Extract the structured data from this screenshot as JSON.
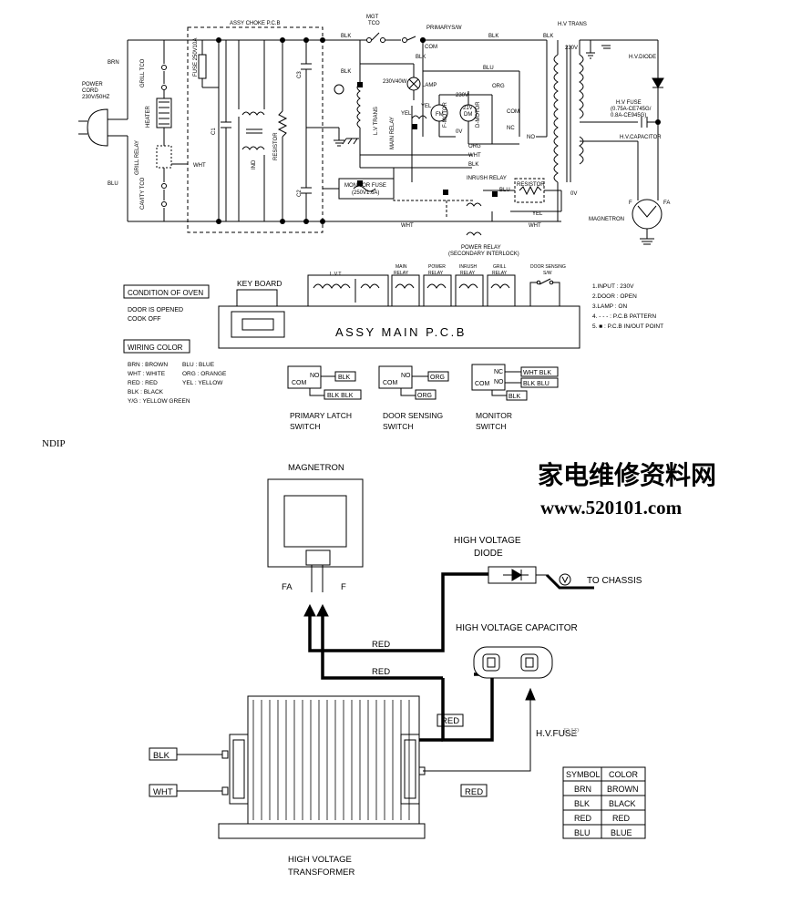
{
  "top": {
    "power_cord": [
      "POWER",
      "CORD",
      "230V/50HZ"
    ],
    "brn": "BRN",
    "blu": "BLU",
    "wht": "WHT",
    "blk": "BLK",
    "yel": "YEL",
    "org": "ORG",
    "assy_choke": "ASSY CHOKE P.C.B",
    "mgt_tco": [
      "MGT",
      "TCO"
    ],
    "primary_sw": "PRIMARYS/W",
    "com": "COM",
    "no": "NO",
    "nc": "NC",
    "hv_trans": "H.V TRANS",
    "v230": "230V",
    "v21": "21V",
    "v0": "0V",
    "grill_tco": "GRILL TCO",
    "grill_relay": "GRILL RELAY",
    "cavity_tco": "CAVITY TCO",
    "heater": "HEATER",
    "fuse": "FUSE 250V10A",
    "c1": "C1",
    "c2": "C2",
    "c3": "C3",
    "ind": "IND",
    "resistor": "RESISTOR",
    "lamp": "LAMP",
    "lamp_rating": "230V40W",
    "lv_trans": "L.V TRANS",
    "main_relay": "MAIN RELAY",
    "f_motor": "F-MOTOR",
    "fm": "FM",
    "d_motor": "D-MOTOR",
    "dm": "DM",
    "monitor_fuse": [
      "MONITOR FUSE",
      "(250V1.6A)"
    ],
    "inrush_relay": "INRUSH RELAY",
    "power_relay": [
      "POWER RELAY",
      "(SECONDARY INTERLOCK)"
    ],
    "hv_diode": "H.V.DIODE",
    "hv_fuse": [
      "H.V FUSE",
      "(0.75A-CE745G/",
      "0.8A-CE945G)"
    ],
    "hv_capacitor": "H.V.CAPACITOR",
    "magnetron": "MAGNETRON",
    "f": "F",
    "fa": "FA"
  },
  "pcb": {
    "labels": [
      "L.V.T",
      "MAIN RELAY",
      "POWER RELAY",
      "INRUSH RELAY",
      "GRILL RELAY",
      "DOOR SENSING S/W"
    ],
    "key_board": "KEY BOARD",
    "title": "ASSY MAIN P.C.B",
    "condition_title": "CONDITION OF OVEN",
    "condition_lines": [
      "DOOR IS OPENED",
      "COOK OFF"
    ],
    "wiring_title": "WIRING COLOR",
    "wiring_left": [
      "BRN : BROWN",
      "WHT : WHITE",
      "RED : RED",
      "BLK : BLACK",
      "Y/G : YELLOW GREEN"
    ],
    "wiring_right": [
      "BLU : BLUE",
      "ORG : ORANGE",
      "YEL : YELLOW"
    ],
    "notes": [
      "1.INPUT : 230V",
      "2.DOOR : OPEN",
      "3.LAMP : ON",
      "4. - - - : P.C.B PATTERN",
      "5.  ■  : P.C.B IN/OUT POINT"
    ]
  },
  "switches": [
    {
      "name": "PRIMARY  LATCH",
      "sub": "SWITCH"
    },
    {
      "name": "DOOR SENSING",
      "sub": "SWITCH"
    },
    {
      "name": "MONITOR",
      "sub": "SWITCH"
    }
  ],
  "switch_labels": {
    "com": "COM",
    "no": "NO",
    "nc": "NC",
    "blk": "BLK",
    "blk_blk": "BLK  BLK",
    "org": "ORG",
    "wht_blk": "WHT  BLK",
    "blk_blu": "BLK  BLU"
  },
  "ndip_left": "NDIP",
  "watermark_cn": "家电维修资料网",
  "watermark_url": "www.520101.com",
  "bottom": {
    "magnetron": "MAGNETRON",
    "fa": "FA",
    "f": "F",
    "hv_diode": [
      "HIGH VOLTAGE",
      "DIODE"
    ],
    "to_chassis": "TO CHASSIS",
    "hv_capacitor": "HIGH VOLTAGE CAPACITOR",
    "red": "RED",
    "hv_fuse": "H.V.FUSE",
    "hv_fuse_overlay": "DIP",
    "blk": "BLK",
    "wht": "WHT",
    "transformer": [
      "HIGH VOLTAGE",
      "TRANSFORMER"
    ]
  },
  "legend": {
    "headers": [
      "SYMBOL",
      "COLOR"
    ],
    "rows": [
      [
        "BRN",
        "BROWN"
      ],
      [
        "BLK",
        "BLACK"
      ],
      [
        "RED",
        "RED"
      ],
      [
        "BLU",
        "BLUE"
      ]
    ]
  }
}
